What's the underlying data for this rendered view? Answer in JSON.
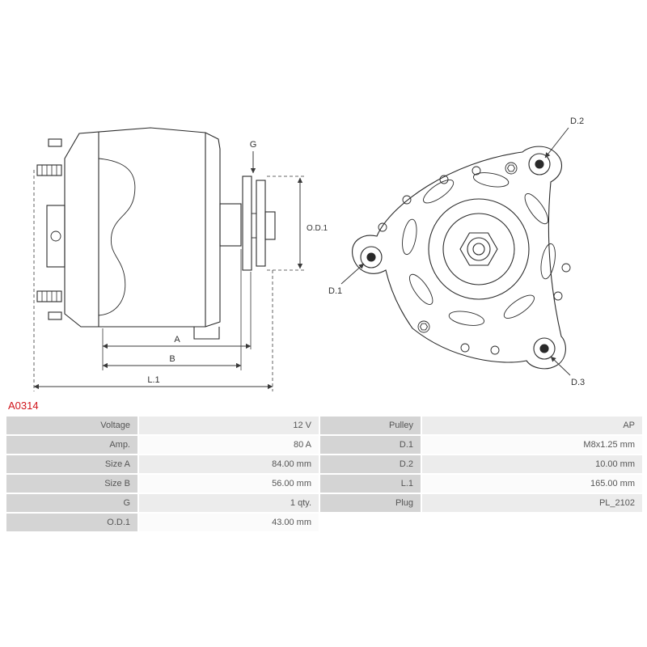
{
  "part_number": "A0314",
  "colors": {
    "part_number_red": "#d0131a",
    "table_label_bg": "#d4d4d4",
    "table_row_alt_bg": "#ececec",
    "line_color": "#2a2a2a"
  },
  "drawing": {
    "labels": {
      "g": "G",
      "od1": "O.D.1",
      "a": "A",
      "b": "B",
      "l1": "L.1",
      "d1": "D.1",
      "d2": "D.2",
      "d3": "D.3"
    }
  },
  "table": {
    "rows": [
      {
        "label1": "Voltage",
        "value1": "12 V",
        "label2": "Pulley",
        "value2": "AP"
      },
      {
        "label1": "Amp.",
        "value1": "80 A",
        "label2": "D.1",
        "value2": "M8x1.25 mm"
      },
      {
        "label1": "Size A",
        "value1": "84.00 mm",
        "label2": "D.2",
        "value2": "10.00 mm"
      },
      {
        "label1": "Size B",
        "value1": "56.00 mm",
        "label2": "L.1",
        "value2": "165.00 mm"
      },
      {
        "label1": "G",
        "value1": "1 qty.",
        "label2": "Plug",
        "value2": "PL_2102"
      },
      {
        "label1": "O.D.1",
        "value1": "43.00 mm",
        "label2": "",
        "value2": ""
      }
    ]
  }
}
